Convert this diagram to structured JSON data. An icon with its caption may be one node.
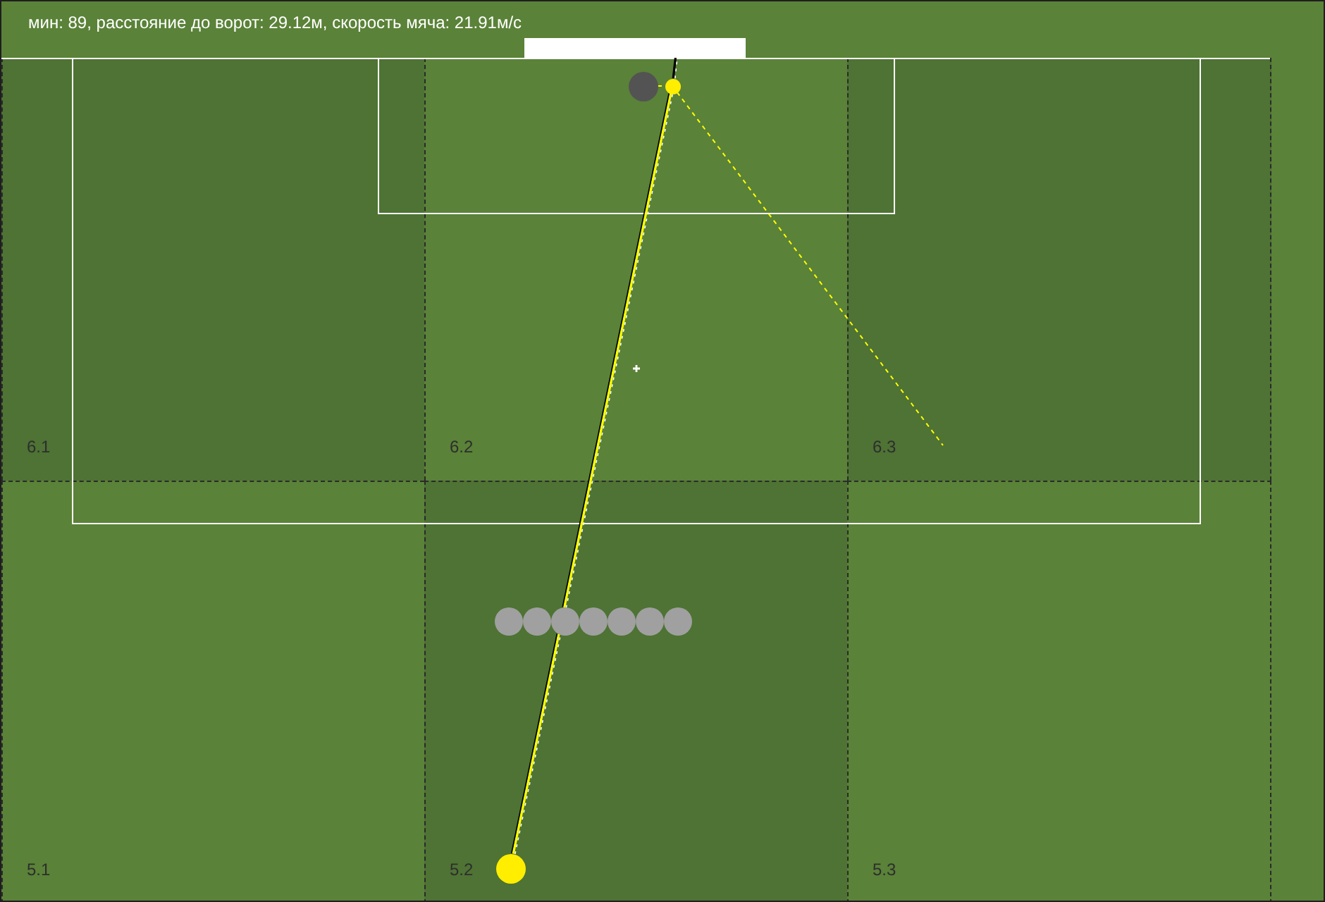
{
  "diagram": {
    "title": "мин: 89, расстояние до ворот: 29.12м, скорость мяча: 21.91м/с",
    "nodes": [
      {
        "text": [],
        "shape": "bar"
      },
      {
        "text": [
          "6.1"
        ]
      },
      {
        "text": [
          "6.2"
        ]
      },
      {
        "text": [
          "6.3"
        ]
      },
      {
        "text": [],
        "shape": "circle",
        "in": 2
      },
      {
        "text": [],
        "shape": "circle",
        "in": 2
      },
      {
        "text": [
          "5.1"
        ]
      },
      {
        "text": [
          "5.2"
        ]
      },
      {
        "text": [
          "5.3"
        ]
      },
      {
        "text": [],
        "shape": "circle",
        "in": 7
      },
      {
        "text": [],
        "shape": "circle",
        "in": 7
      },
      {
        "text": [],
        "shape": "circle",
        "in": 7
      },
      {
        "text": [],
        "shape": "circle",
        "in": 7
      },
      {
        "text": [],
        "shape": "circle",
        "in": 7
      },
      {
        "text": [],
        "shape": "circle",
        "in": 7
      },
      {
        "text": [],
        "shape": "circle",
        "in": 7
      },
      {
        "text": [],
        "shape": "circle",
        "in": 7
      }
    ],
    "edges": [
      {
        "from": 16,
        "to": 11,
        "arrow": "none"
      },
      {
        "from": 11,
        "to": 5,
        "arrow": "none"
      },
      {
        "from": 5,
        "to": 0,
        "arrow": "none",
        "color": "#000000"
      },
      {
        "from": 4,
        "to": 5,
        "arrow": "none",
        "style": "dashed"
      },
      {
        "from": 5,
        "to": 3,
        "arrow": "none",
        "style": "dashed"
      }
    ]
  }
}
